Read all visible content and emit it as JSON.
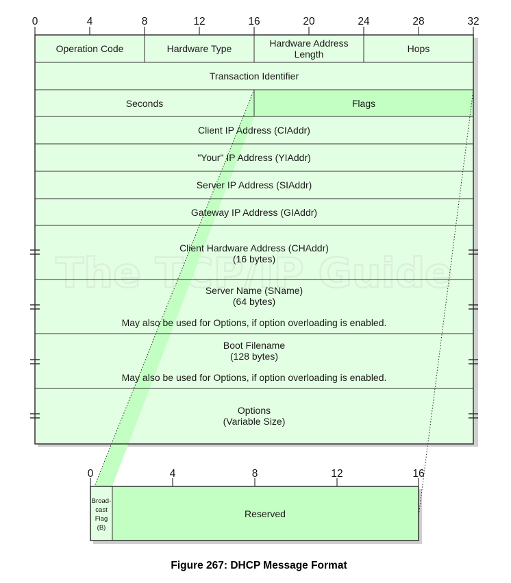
{
  "top_ticks": [
    "0",
    "4",
    "8",
    "12",
    "16",
    "20",
    "24",
    "28",
    "32"
  ],
  "fields": {
    "operation_code": "Operation Code",
    "hardware_type": "Hardware Type",
    "hw_addr_len_1": "Hardware Address",
    "hw_addr_len_2": "Length",
    "hops": "Hops",
    "xid": "Transaction Identifier",
    "seconds": "Seconds",
    "flags": "Flags",
    "ciaddr": "Client IP Address (CIAddr)",
    "yiaddr": "\"Your\" IP Address (YIAddr)",
    "siaddr": "Server IP Address (SIAddr)",
    "giaddr": "Gateway IP Address (GIAddr)",
    "chaddr_1": "Client Hardware Address (CHAddr)",
    "chaddr_2": "(16 bytes)",
    "sname_1": "Server Name (SName)",
    "sname_2": "(64 bytes)",
    "sname_3": "May also be used for Options, if option overloading is enabled.",
    "file_1": "Boot Filename",
    "file_2": "(128 bytes)",
    "file_3": "May also be used for Options, if option overloading is enabled.",
    "options_1": "Options",
    "options_2": "(Variable Size)"
  },
  "flags_detail": {
    "ticks": [
      "0",
      "4",
      "8",
      "12",
      "16"
    ],
    "broadcast_1": "Broad-",
    "broadcast_2": "cast",
    "broadcast_3": "Flag",
    "broadcast_4": "(B)",
    "reserved": "Reserved"
  },
  "watermark": "The TCP/IP Guide",
  "caption": "Figure 267: DHCP Message Format",
  "colors": {
    "field_fill": "#e3ffe3",
    "highlight_fill": "#c3ffc3",
    "border": "#333333",
    "shadow": "#cfcfcf"
  }
}
